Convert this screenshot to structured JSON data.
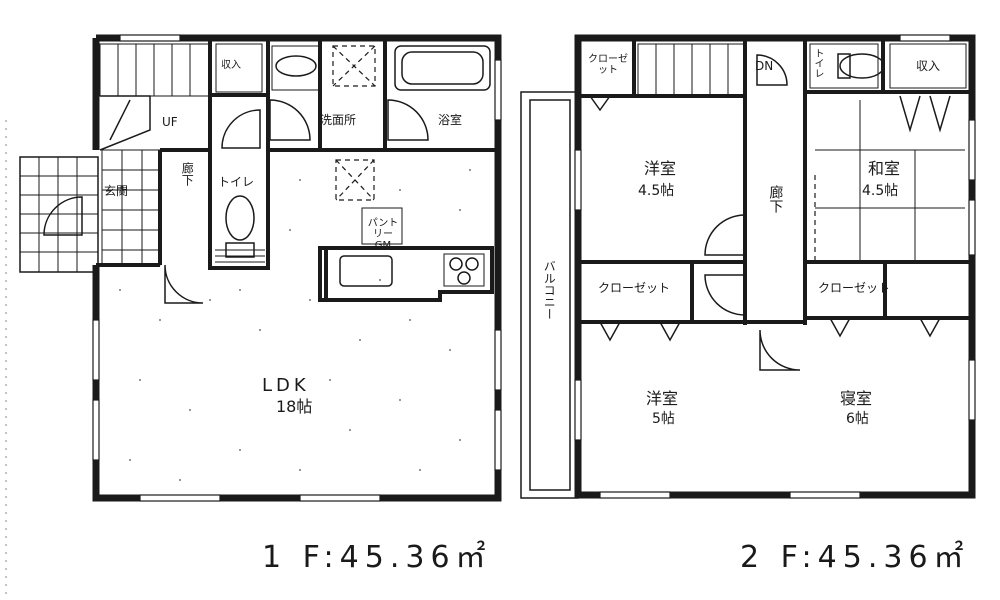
{
  "floor1": {
    "area_label": "1 F:45.36㎡",
    "rooms": {
      "ldk": "LDK",
      "ldk_size": "18帖",
      "storage": "収入",
      "uf": "UF",
      "entrance": "玄関",
      "hall": "廊下",
      "toilet": "トイレ",
      "washroom": "洗面所",
      "bath": "浴室",
      "pantry": "パントリー GM"
    }
  },
  "floor2": {
    "area_label": "2 F:45.36㎡",
    "rooms": {
      "closet_top": "クローゼット",
      "western1": "洋室",
      "western1_size": "4.5帖",
      "japanese": "和室",
      "japanese_size": "4.5帖",
      "storage": "収入",
      "toilet": "トイレ",
      "hall": "廊下",
      "closet_left": "クローゼット",
      "closet_right": "クローゼット",
      "western2": "洋室",
      "western2_size": "5帖",
      "master": "寝室",
      "master_size": "6帖",
      "balcony": "バルコニー",
      "dn": "DN"
    }
  }
}
